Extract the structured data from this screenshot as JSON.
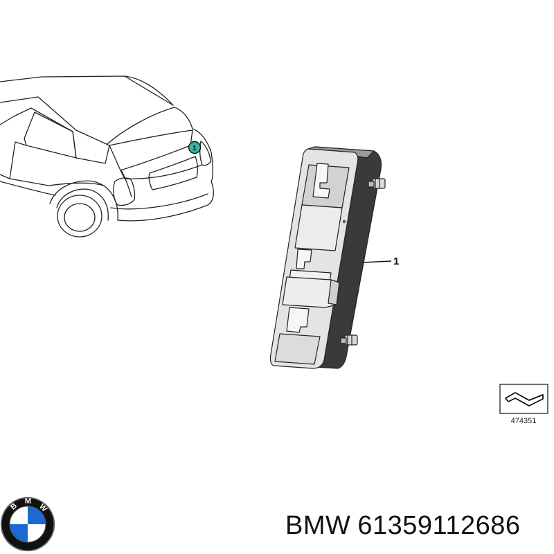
{
  "diagram": {
    "callout_number": "1",
    "car_marker_number": "1",
    "reference_code": "474351"
  },
  "logo": {
    "letters": [
      "B",
      "M",
      "W"
    ]
  },
  "caption": {
    "brand": "BMW",
    "part_number": "61359112686"
  },
  "colors": {
    "marker": "#3bb3a0",
    "line": "#222222",
    "module_dark": "#3a3a3a",
    "module_light": "#e4e4e4",
    "logo_blue": "#1c69d4",
    "logo_ring": "#111111"
  }
}
